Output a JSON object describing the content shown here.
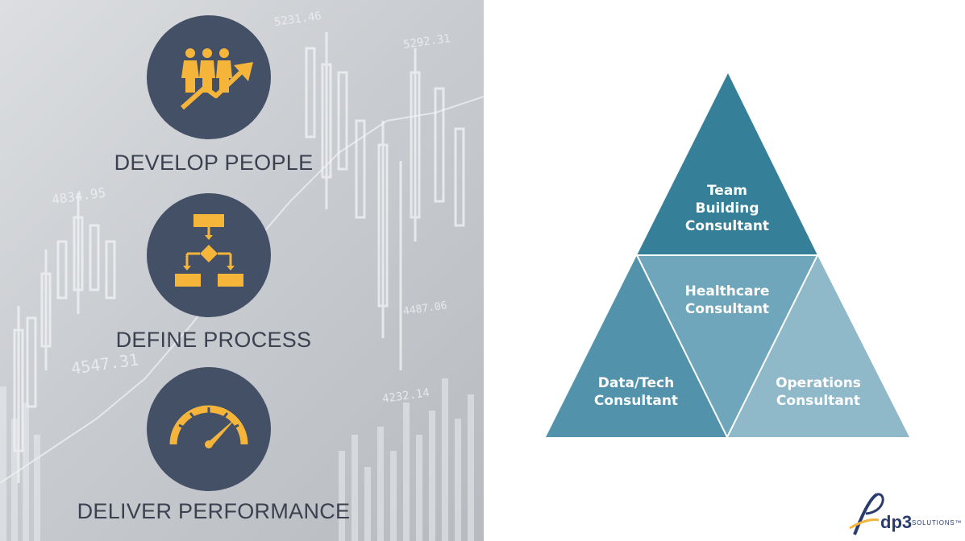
{
  "pillars": [
    {
      "label": "DEVELOP PEOPLE",
      "icon": "team-growth-icon"
    },
    {
      "label": "DEFINE PROCESS",
      "icon": "flowchart-icon"
    },
    {
      "label": "DELIVER PERFORMANCE",
      "icon": "speedometer-icon"
    }
  ],
  "background_tickers": [
    "4547.31",
    "4232.14",
    "4487.06",
    "4834.95",
    "5231.46",
    "5292.31"
  ],
  "pyramid": {
    "top": {
      "line1": "Team",
      "line2": "Building",
      "line3": "Consultant"
    },
    "center": {
      "line1": "Healthcare",
      "line2": "Consultant"
    },
    "left": {
      "line1": "Data/Tech",
      "line2": "Consultant"
    },
    "right": {
      "line1": "Operations",
      "line2": "Consultant"
    }
  },
  "colors": {
    "circle": "#445066",
    "icon": "#f5b53a",
    "top": "#357f98",
    "center": "#6fa6bb",
    "left": "#5392ab",
    "right": "#8fb9c9"
  },
  "logo": {
    "name": "dp3",
    "sub": "SOLUTIONS™"
  }
}
